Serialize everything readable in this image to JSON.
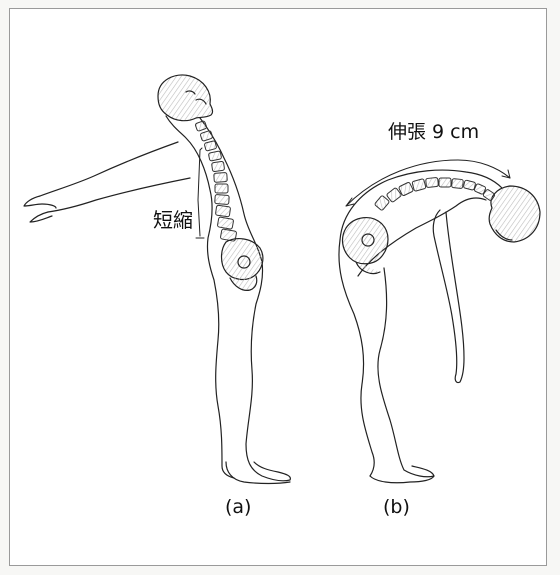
{
  "labels": {
    "shortening": "短縮",
    "stretch": "伸張 9 cm",
    "panel_a": "(a)",
    "panel_b": "(b)"
  }
}
